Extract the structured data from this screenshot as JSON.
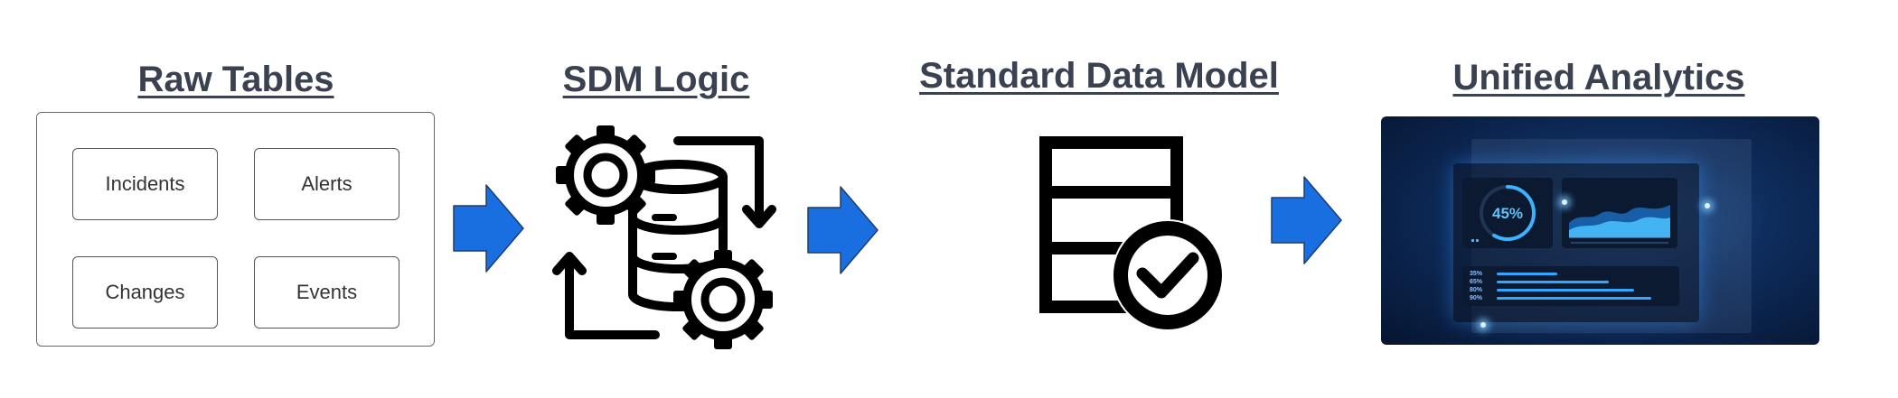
{
  "stages": {
    "raw": {
      "title": "Raw Tables",
      "tables": [
        "Incidents",
        "Alerts",
        "Changes",
        "Events"
      ]
    },
    "logic": {
      "title": "SDM Logic"
    },
    "model": {
      "title": "Standard Data Model"
    },
    "analytics": {
      "title": "Unified Analytics",
      "gauge_value": "45%",
      "bar_labels": [
        "35%",
        "65%",
        "80%",
        "90%"
      ],
      "bar_levels": [
        0.35,
        0.65,
        0.8,
        0.9
      ]
    }
  },
  "colors": {
    "arrow": "#1a6fe0",
    "title": "#3a4150",
    "accent": "#33a6ff"
  }
}
